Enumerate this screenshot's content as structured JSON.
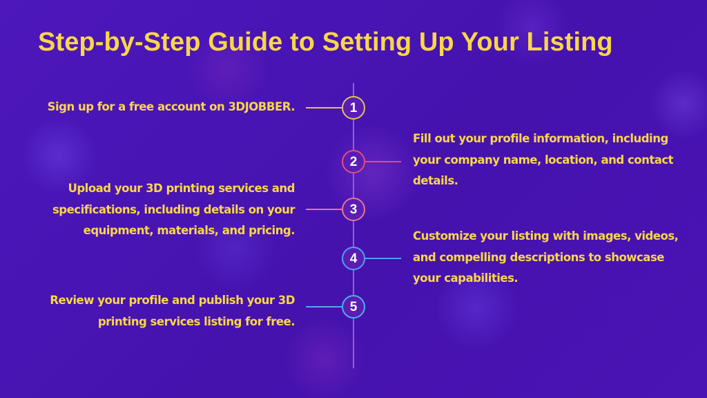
{
  "title": "Step-by-Step Guide to Setting Up Your Listing",
  "colors": {
    "background": "#4a14b6",
    "accent": "#f9d64a",
    "axis": "#8f63c9"
  },
  "steps": [
    {
      "number": "1",
      "side": "left",
      "color": "#e0c55a",
      "lines": [
        "Sign up for a free account on 3DJOBBER."
      ]
    },
    {
      "number": "2",
      "side": "right",
      "color": "#e34e7a",
      "lines": [
        "Fill out your profile information, including",
        "your company name, location, and contact",
        "details."
      ]
    },
    {
      "number": "3",
      "side": "left",
      "color": "#e6798f",
      "lines": [
        "Upload your 3D printing services and",
        "specifications, including details on your",
        "equipment, materials, and pricing."
      ]
    },
    {
      "number": "4",
      "side": "right",
      "color": "#4ea2ef",
      "lines": [
        "Customize your listing with images, videos,",
        "and compelling descriptions to showcase",
        "your capabilities."
      ]
    },
    {
      "number": "5",
      "side": "left",
      "color": "#4bb0e8",
      "lines": [
        "Review your profile and publish your 3D",
        "printing services listing for free."
      ]
    }
  ]
}
